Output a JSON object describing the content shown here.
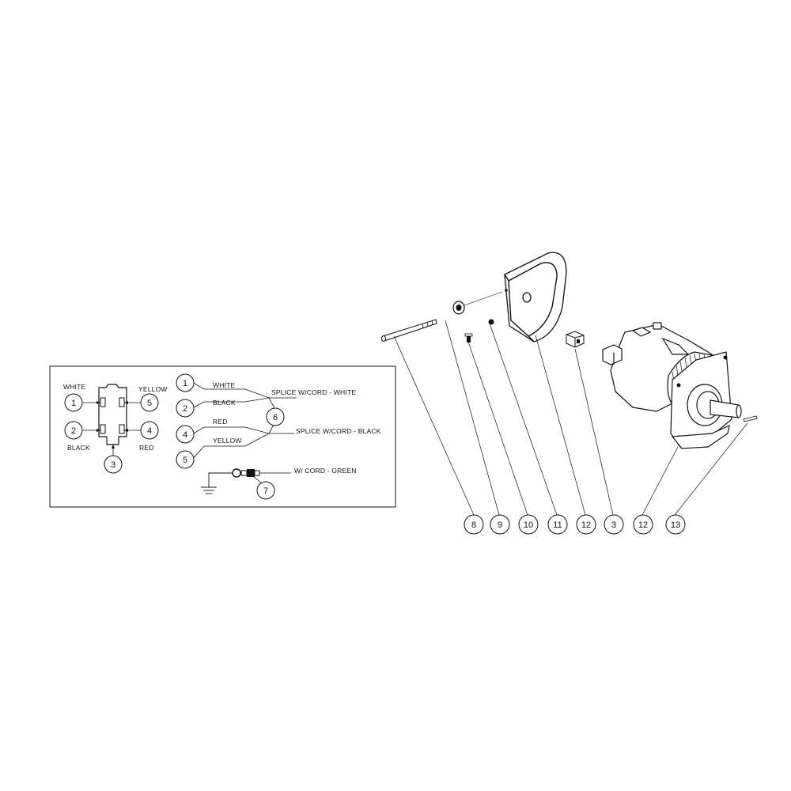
{
  "wiring": {
    "plug": {
      "white": "WHITE",
      "yellow": "YELLOW",
      "black": "BLACK",
      "red": "RED",
      "b1": "1",
      "b5": "5",
      "b2": "2",
      "b4": "4",
      "b3": "3"
    },
    "leads": {
      "white": "WHITE",
      "black": "BLACK",
      "red": "RED",
      "yellow": "YELLOW",
      "b1": "1",
      "b2": "2",
      "b4": "4",
      "b5": "5",
      "b6": "6",
      "b7": "7"
    },
    "splice_white": "SPLICE W/CORD - WHITE",
    "splice_black": "SPLICE W/CORD - BLACK",
    "cord_green": "W/ CORD - GREEN"
  },
  "exploded": {
    "callouts": [
      "8",
      "9",
      "10",
      "11",
      "12",
      "3",
      "12",
      "13"
    ]
  },
  "icons": [
    "ground-icon",
    "ring-terminal-icon",
    "motor-icon"
  ]
}
